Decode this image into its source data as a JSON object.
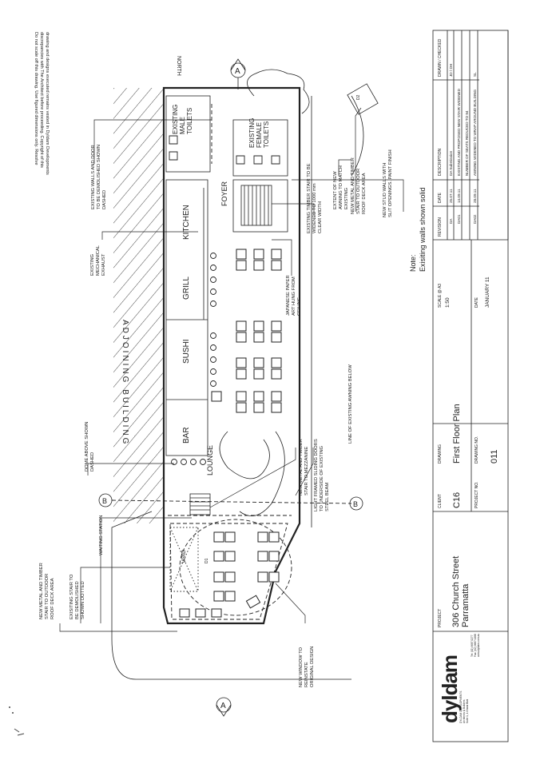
{
  "copyright_note": [
    "Do not scale off this drawing.  Use figured dimensions only. Resolve",
    "discrepancies with The Architect before proceeding.  Copyright of this",
    "drawing and designs executed remains vested in Dyldam Developments"
  ],
  "north_label": "NORTH",
  "adjoining_label": "ADJOINING BUILDING",
  "rooms": {
    "bar": "BAR",
    "sushi": "SUSHI",
    "grill": "GRILL",
    "kitchen": "KITCHEN",
    "lounge": "LOUNGE",
    "foyer": "FOYER",
    "male_toilets": [
      "EXISTING",
      "MALE",
      "TOILETS"
    ],
    "female_toilets": [
      "EXISTING",
      "FEMALE",
      "TOILETS"
    ],
    "void": "VOID",
    "d1": "D1",
    "d2": "D2"
  },
  "section_markers": {
    "a": "A",
    "b": "B"
  },
  "annotations": {
    "new_stair_outdoor": [
      "NEW  METAL AND TIMBER",
      "STAIR TO OUTDOOR",
      "ROOF DECK AREA"
    ],
    "existing_stair": [
      "EXISITING STAIR TO",
      "BE DEMOLISHED",
      "SHOWN DOTTED"
    ],
    "waiting_station": "WAITING STATION",
    "dome_above": [
      "DOME ABOVE SHOWN",
      "DASHED"
    ],
    "new_window": [
      "NEW WINDOW TO",
      "REINSTATE",
      "ORIGINAL DESIGN"
    ],
    "mezzanine_stair": [
      "NEW METAL AND TIMBER",
      "STAIR TO MEZZANINE"
    ],
    "sliding_doors": [
      "LIGHT FRAMED SLIDING DOORS",
      "TO UNDERSIDE OF EXISTING",
      "STEEL BEAM"
    ],
    "awning_line": "LINE OF EXISTING AWNING BELOW",
    "japanese_paper": [
      "JAPANESE PAPER",
      "ART HUNG FROM",
      "CEILING"
    ],
    "mech_exhaust": [
      "EXISTING",
      "MECHANICAL",
      "EXHAUST"
    ],
    "walls_door_demolish": [
      "EXISTING WALLS AND DOOR",
      "TO BE DEMOLISHED SHOWN",
      "DASHED"
    ],
    "timber_stair_widen": [
      "EXISTING TIMBER STAIR TO BE",
      "WIDENED TO 1000 mm",
      "CLEAR WIDTH"
    ],
    "awning_extent": [
      "EXTENT OF NEW",
      "AWNING TO MATCH",
      "EXISTING"
    ],
    "roof_deck_stair": [
      "NEW  METAL AND TIMBER",
      "STAIR TO OUTDOOR",
      "ROOF DECK AREA"
    ],
    "stud_walls": [
      "NEW STUD WALLS WITH",
      "SLIT OPENINGS. PAINT FINISH"
    ]
  },
  "note": {
    "label": "Note:",
    "text": "Exisiting walls shown solid"
  },
  "title_block": {
    "logo": "dyldam",
    "logo_sub": [
      "DYLDAM DEVELOPMENTS",
      "Architects & Builders",
      "Suite 1, 1 Grand Blvd"
    ],
    "logo_contact": [
      "Tel: (02) 9687 0277",
      "Fax: (02) 9687 0288",
      "www.dyldam.com.au"
    ],
    "project_label": "PROJECT",
    "project": [
      "306 Church Street",
      "Parramatta"
    ],
    "client_label": "CLIENT",
    "client": "C16",
    "project_no_label": "PROJECT NO.",
    "drawing_label": "DRAWING",
    "drawing": "First Floor Plan",
    "drawing_no_label": "DRAWING NO.",
    "drawing_no": "011",
    "scale_label": "SCALE @ A3",
    "scale": "1:50",
    "date_label": "DATE",
    "date": "JANUARY 11",
    "revision_label": "REVISION",
    "rev_date_label": "DATE",
    "description_label": "DESCRIPTION",
    "drawn_label": "DRAWN / CHECKED",
    "revisions": [
      {
        "rev": "DA",
        "date": "25.07.11",
        "desc": "DA Submission",
        "by": "JD / DH"
      },
      {
        "rev": "DA01",
        "date": "14.09.11",
        "desc": "EXISTING AND PROPOSED NEW STAIR WIDENED",
        "by": ""
      },
      {
        "rev": "",
        "date": "",
        "desc": "NUMBER OF SEATS REDUCED TO 94",
        "by": ""
      },
      {
        "rev": "DA02",
        "date": "28.09.11",
        "desc": "AWNING WIDENED TO WRAP AROUND BUILDING",
        "by": "SL"
      }
    ]
  }
}
